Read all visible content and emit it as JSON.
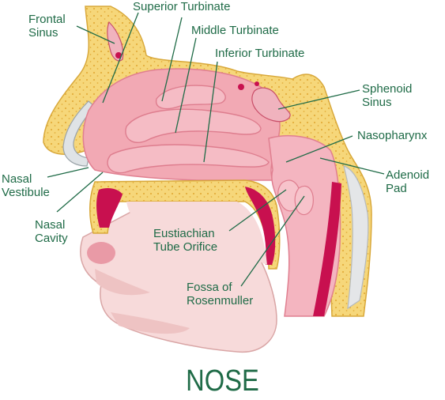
{
  "labels": {
    "frontal_sinus": [
      "Frontal",
      "Sinus"
    ],
    "superior_turbinate": "Superior Turbinate",
    "middle_turbinate": "Middle Turbinate",
    "inferior_turbinate": "Inferior Turbinate",
    "sphenoid_sinus": [
      "Sphenoid",
      "Sinus"
    ],
    "nasopharynx": "Nasopharynx",
    "adenoid_pad": [
      "Adenoid",
      "Pad"
    ],
    "nasal_vestibule": [
      "Nasal",
      "Vestibule"
    ],
    "nasal_cavity": [
      "Nasal",
      "Cavity"
    ],
    "eustachian_tube_orifice": [
      "Eustiachian",
      "Tube Orifice"
    ],
    "fossa_of_rosenmuller": [
      "Fossa of",
      "Rosenmuller"
    ]
  },
  "title": "NOSE",
  "colors": {
    "label_text": "#1f6b47",
    "leader_line": "#1f6b47",
    "bone": "#f6d77a",
    "bone_dots": "#e8b84a",
    "mucosa": "#f2a9b4",
    "mucosa_dark": "#e88a9a",
    "muscle": "#c8104f",
    "skin": "#f4d4d4",
    "cartilage": "#dfe3e6"
  }
}
